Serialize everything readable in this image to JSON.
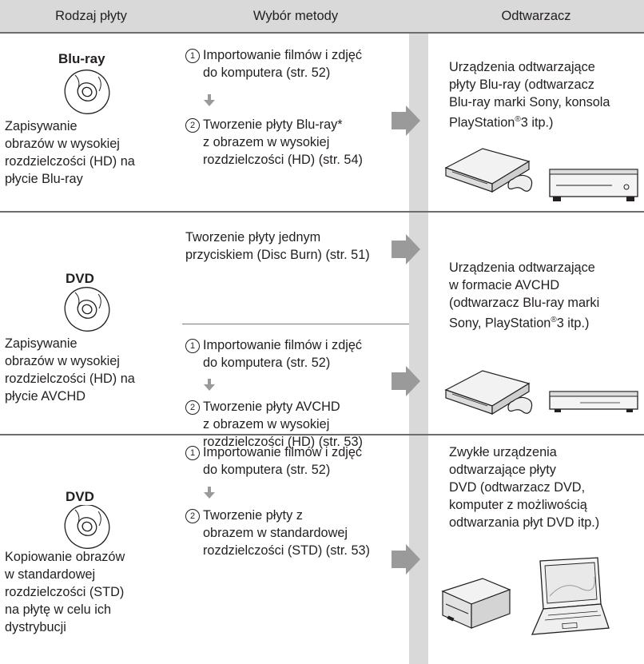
{
  "header": {
    "col1": "Rodzaj płyty",
    "col2": "Wybór metody",
    "col3": "Odtwarzacz"
  },
  "rows": [
    {
      "disc_label": "Blu-ray",
      "description": "Zapisywanie\nobrazów w wysokiej\nrozdzielczości (HD) na\npłycie Blu-ray",
      "step1_num": "1",
      "step1": "Importowanie filmów i zdjęć\ndo komputera (str. 52)",
      "step2_num": "2",
      "step2": "Tworzenie płyty Blu-ray*\nz obrazem w wysokiej\nrozdzielczości (HD) (str. 54)",
      "player": "Urządzenia odtwarzające\npłyty Blu-ray (odtwarzacz\nBlu-ray marki Sony, konsola\nPlayStation®3 itp.)"
    },
    {
      "disc_label": "DVD",
      "description": "Zapisywanie\nobrazów w wysokiej\nrozdzielczości (HD) na\npłycie AVCHD",
      "method_a": "Tworzenie płyty jednym\nprzyciskiem (Disc Burn) (str. 51)",
      "step1_num": "1",
      "step1": "Importowanie filmów i zdjęć\ndo komputera (str. 52)",
      "step2_num": "2",
      "step2": "Tworzenie płyty AVCHD\nz obrazem w wysokiej\nrozdzielczości (HD) (str. 53)",
      "player": "Urządzenia odtwarzające\nw formacie AVCHD\n(odtwarzacz Blu-ray marki\nSony, PlayStation®3 itp.)"
    },
    {
      "disc_label": "DVD",
      "description": "Kopiowanie obrazów\nw standardowej\nrozdzielczości (STD)\nna płytę w celu ich\ndystrybucji",
      "step1_num": "1",
      "step1": "Importowanie filmów i zdjęć\ndo komputera (str. 52)",
      "step2_num": "2",
      "step2": "Tworzenie płyty z\nobrazem w standardowej\nrozdzielczości (STD) (str. 53)",
      "player": "Zwykłe urządzenia\nodtwarzające płyty\nDVD (odtwarzacz DVD,\nkomputer z możliwością\nodtwarzania płyt DVD itp.)"
    }
  ],
  "icons": {
    "disc": "disc-icon",
    "arrow_down": "arrow-down-icon",
    "arrow_right": "arrow-right-icon",
    "console": "playstation-console-icon",
    "controller": "gamepad-icon",
    "player": "disc-player-icon",
    "laptop": "laptop-icon"
  },
  "colors": {
    "header_bg": "#d9d9d9",
    "arrow": "#9a9a9a",
    "rule": "#6d6d6d"
  }
}
